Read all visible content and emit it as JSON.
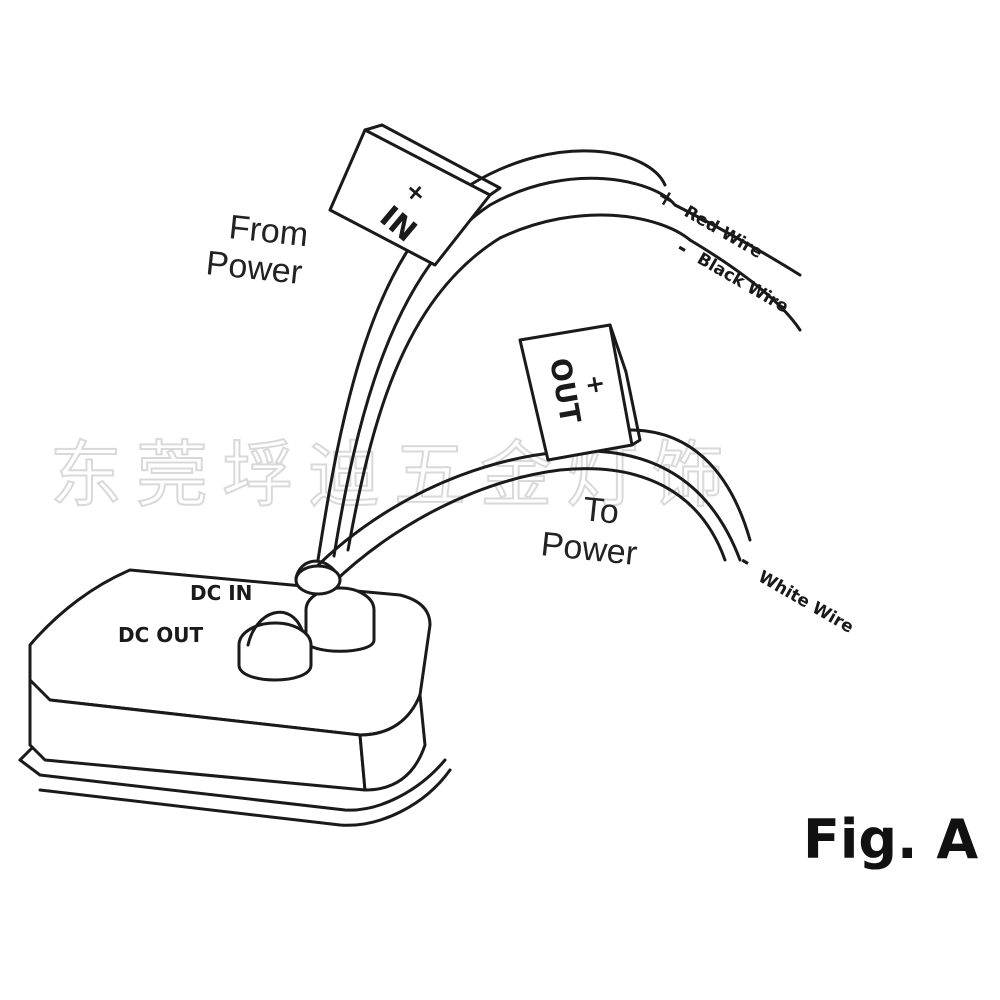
{
  "labels": {
    "from_power": [
      "From",
      "Power"
    ],
    "to_power": [
      "To",
      "Power"
    ],
    "tag_in_sign": "+",
    "tag_in_text": "IN",
    "tag_out_sign": "+",
    "tag_out_text": "OUT",
    "red_sign": "+",
    "red_wire": "Red Wire",
    "black_sign": "-",
    "black_wire": "Black Wire",
    "white_sign": "-",
    "white_wire": "White Wire",
    "dc_in": "DC IN",
    "dc_out": "DC OUT",
    "figure": "Fig. A"
  },
  "watermark": "东莞垺迪五金灯饰"
}
